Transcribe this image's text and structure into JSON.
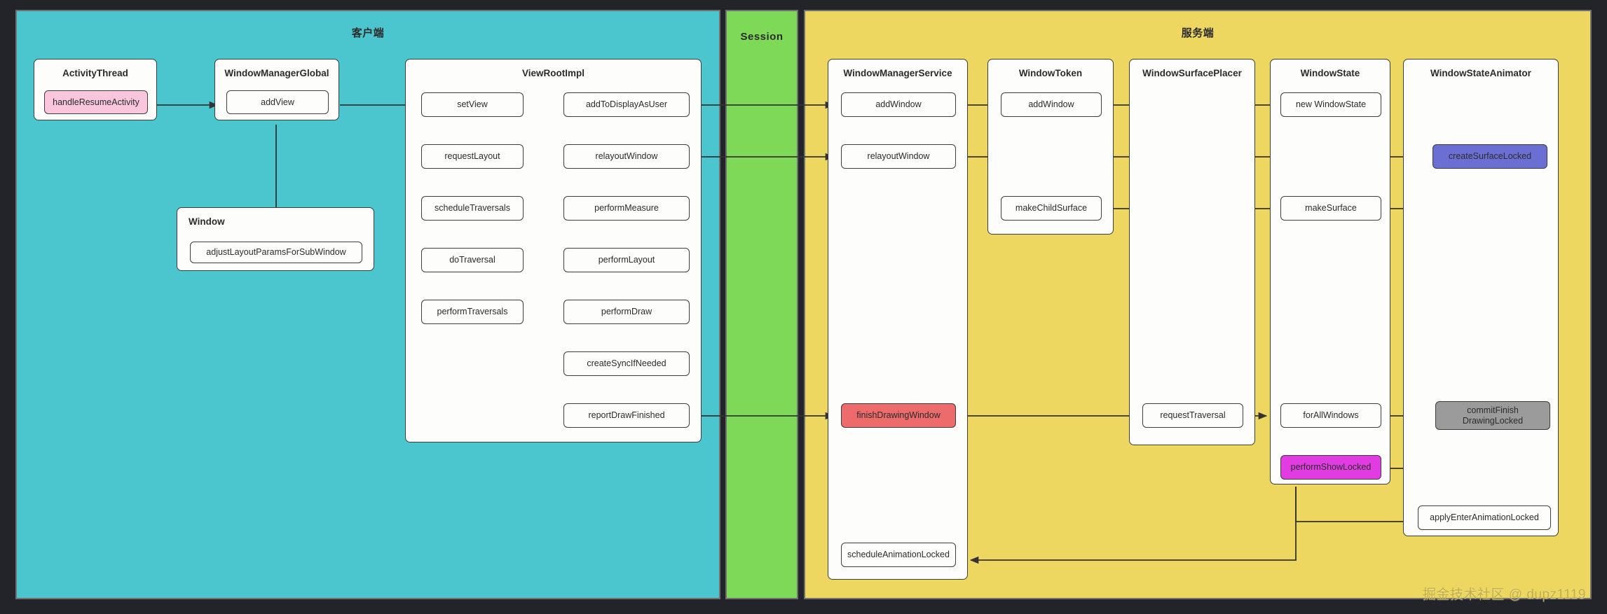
{
  "lanes": [
    {
      "id": "client",
      "label": "客户端",
      "color": "#4cc6ce"
    },
    {
      "id": "session",
      "label": "Session",
      "color": "#7ed957"
    },
    {
      "id": "server",
      "label": "服务端",
      "color": "#edd760"
    }
  ],
  "classes": [
    {
      "id": "activity-thread",
      "title": "ActivityThread"
    },
    {
      "id": "window-manager-global",
      "title": "WindowManagerGlobal"
    },
    {
      "id": "window",
      "title": "Window"
    },
    {
      "id": "view-root-impl",
      "title": "ViewRootImpl"
    },
    {
      "id": "window-manager-service",
      "title": "WindowManagerService"
    },
    {
      "id": "window-token",
      "title": "WindowToken"
    },
    {
      "id": "window-surface-placer",
      "title": "WindowSurfacePlacer"
    },
    {
      "id": "window-state",
      "title": "WindowState"
    },
    {
      "id": "window-state-animator",
      "title": "WindowStateAnimator"
    }
  ],
  "nodes": {
    "handle_resume_activity": "handleResumeActivity",
    "add_view": "addView",
    "adjust_layout_params_for_sub_window": "adjustLayoutParamsForSubWindow",
    "set_view": "setView",
    "request_layout": "requestLayout",
    "schedule_traversals": "scheduleTraversals",
    "do_traversal": "doTraversal",
    "perform_traversals": "performTraversals",
    "add_to_display_as_user": "addToDisplayAsUser",
    "relayout_window_client": "relayoutWindow",
    "perform_measure": "performMeasure",
    "perform_layout": "performLayout",
    "perform_draw": "performDraw",
    "create_sync_if_needed": "createSyncIfNeeded",
    "report_draw_finished": "reportDrawFinished",
    "wms_add_window": "addWindow",
    "wms_relayout_window": "relayoutWindow",
    "finish_drawing_window": "finishDrawingWindow",
    "schedule_animation_locked": "scheduleAnimationLocked",
    "token_add_window": "addWindow",
    "make_child_surface": "makeChildSurface",
    "request_traversal": "requestTraversal",
    "new_window_state": "new WindowState",
    "make_surface": "makeSurface",
    "for_all_windows": "forAllWindows",
    "create_surface_locked": "createSurfaceLocked",
    "commit_finish_drawing_locked": "commitFinish\nDrawingLocked",
    "perform_show_locked": "performShowLocked",
    "apply_enter_animation_locked": "applyEnterAnimationLocked"
  },
  "colors": {
    "highlight_pink": "#f9c6dd",
    "highlight_blue": "#6b6fd4",
    "highlight_red": "#ed6b6b",
    "highlight_magenta": "#e13ce1",
    "highlight_gray": "#9b9b9b",
    "lane_client": "#4cc6ce",
    "lane_session": "#7ed957",
    "lane_server": "#edd760",
    "node_stroke": "#3d3d3d",
    "canvas_bg": "#22242a"
  },
  "watermark": "掘金技术社区 @ dupz1119"
}
